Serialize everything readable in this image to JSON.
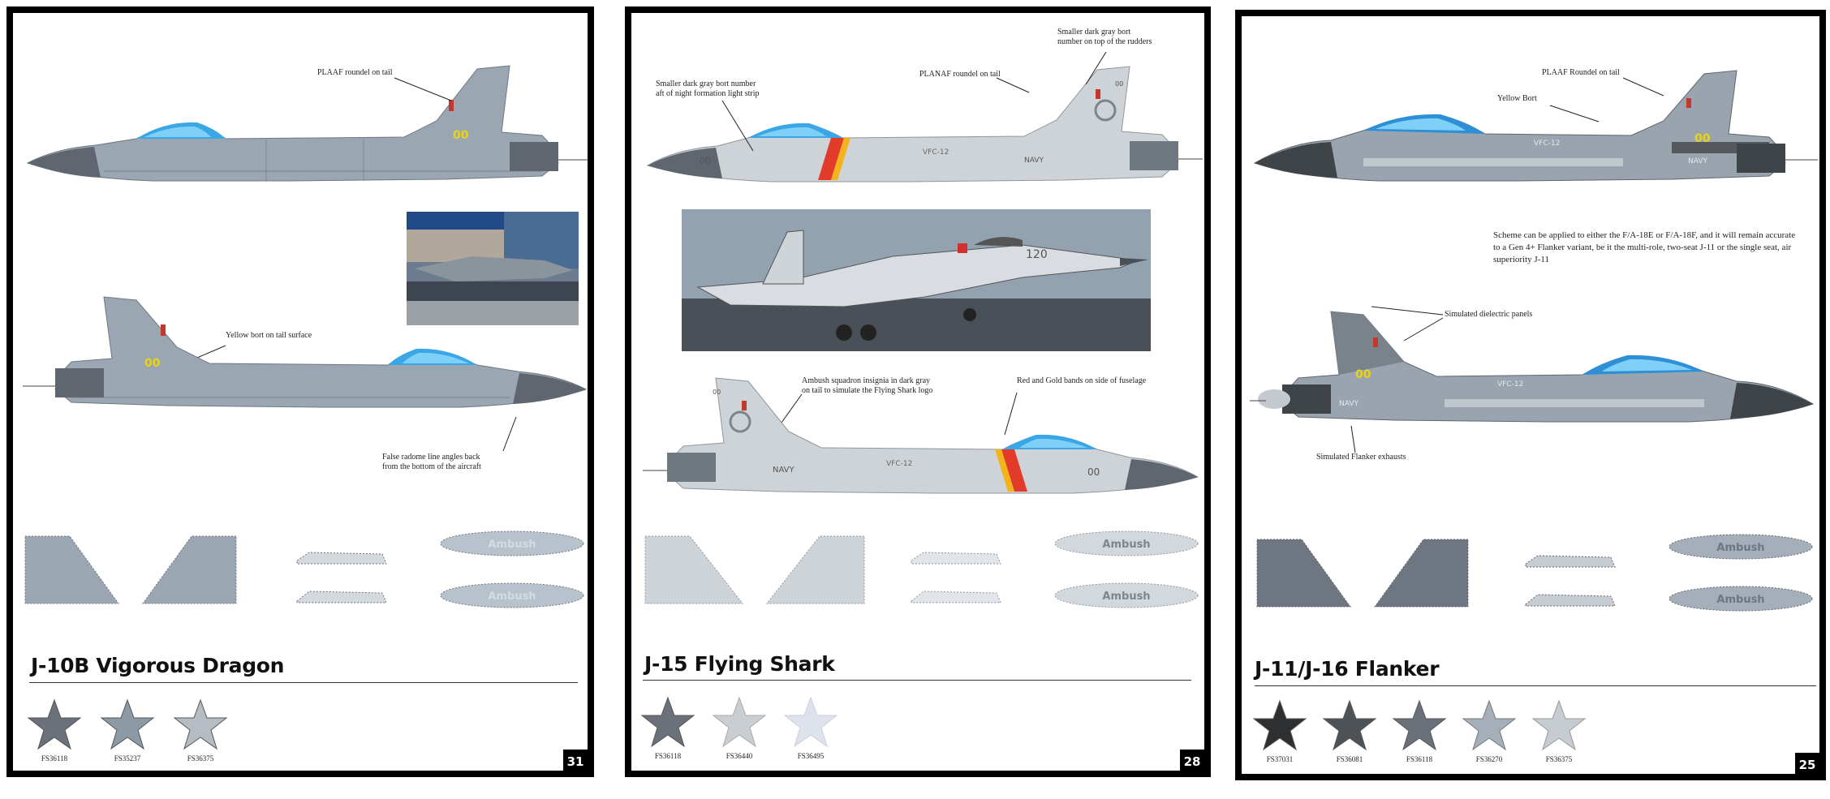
{
  "pages": [
    {
      "title": "J-10B Vigorous Dragon",
      "page_number": "31",
      "notes": [
        "PLAAF roundel on tail",
        "Yellow bort on tail surface",
        "False radome line angles back\nfrom the bottom of the aircraft"
      ],
      "bort": "00",
      "tank_label": "Ambush",
      "swatches": [
        {
          "code": "FS36118",
          "color": "#6b717a"
        },
        {
          "code": "FS35237",
          "color": "#8c9aa6"
        },
        {
          "code": "FS36375",
          "color": "#b5bcc4"
        }
      ]
    },
    {
      "title": "J-15 Flying Shark",
      "page_number": "28",
      "notes": [
        "Smaller dark gray bort number\naft of night formation light strip",
        "PLANAF roundel on tail",
        "Smaller dark gray bort\nnumber on top of the rudders",
        "Ambush squadron insignia in dark gray\non tail to simulate the Flying Shark logo",
        "Red and Gold bands on side of fuselage"
      ],
      "bort": "00",
      "fuselage_text": "NAVY",
      "unit_text": "VFC-12",
      "photo_number": "120",
      "tank_label": "Ambush",
      "swatches": [
        {
          "code": "FS36118",
          "color": "#6b717a"
        },
        {
          "code": "FS36440",
          "color": "#c9ced3"
        },
        {
          "code": "FS36495",
          "color": "#dde2ec"
        }
      ]
    },
    {
      "title": "J-11/J-16 Flanker",
      "page_number": "25",
      "notes": [
        "PLAAF Roundel on tail",
        "Yellow Bort",
        "Simulated dielectric panels",
        "Simulated Flanker exhausts"
      ],
      "paragraph": "Scheme can be applied to either the F/A-18E or F/A-18F, and it will remain accurate to a Gen 4+ Flanker variant, be it the multi-role, two-seat J-11 or the single seat, air superiority J-11",
      "bort": "00",
      "fuselage_text": "NAVY",
      "unit_text": "VFC-12",
      "tank_label": "Ambush",
      "swatches": [
        {
          "code": "FS37031",
          "color": "#2e2f31"
        },
        {
          "code": "FS36081",
          "color": "#4d5256"
        },
        {
          "code": "FS36118",
          "color": "#6b717a"
        },
        {
          "code": "FS36270",
          "color": "#a5afb9"
        },
        {
          "code": "FS36375",
          "color": "#c6ccd2"
        }
      ]
    }
  ]
}
